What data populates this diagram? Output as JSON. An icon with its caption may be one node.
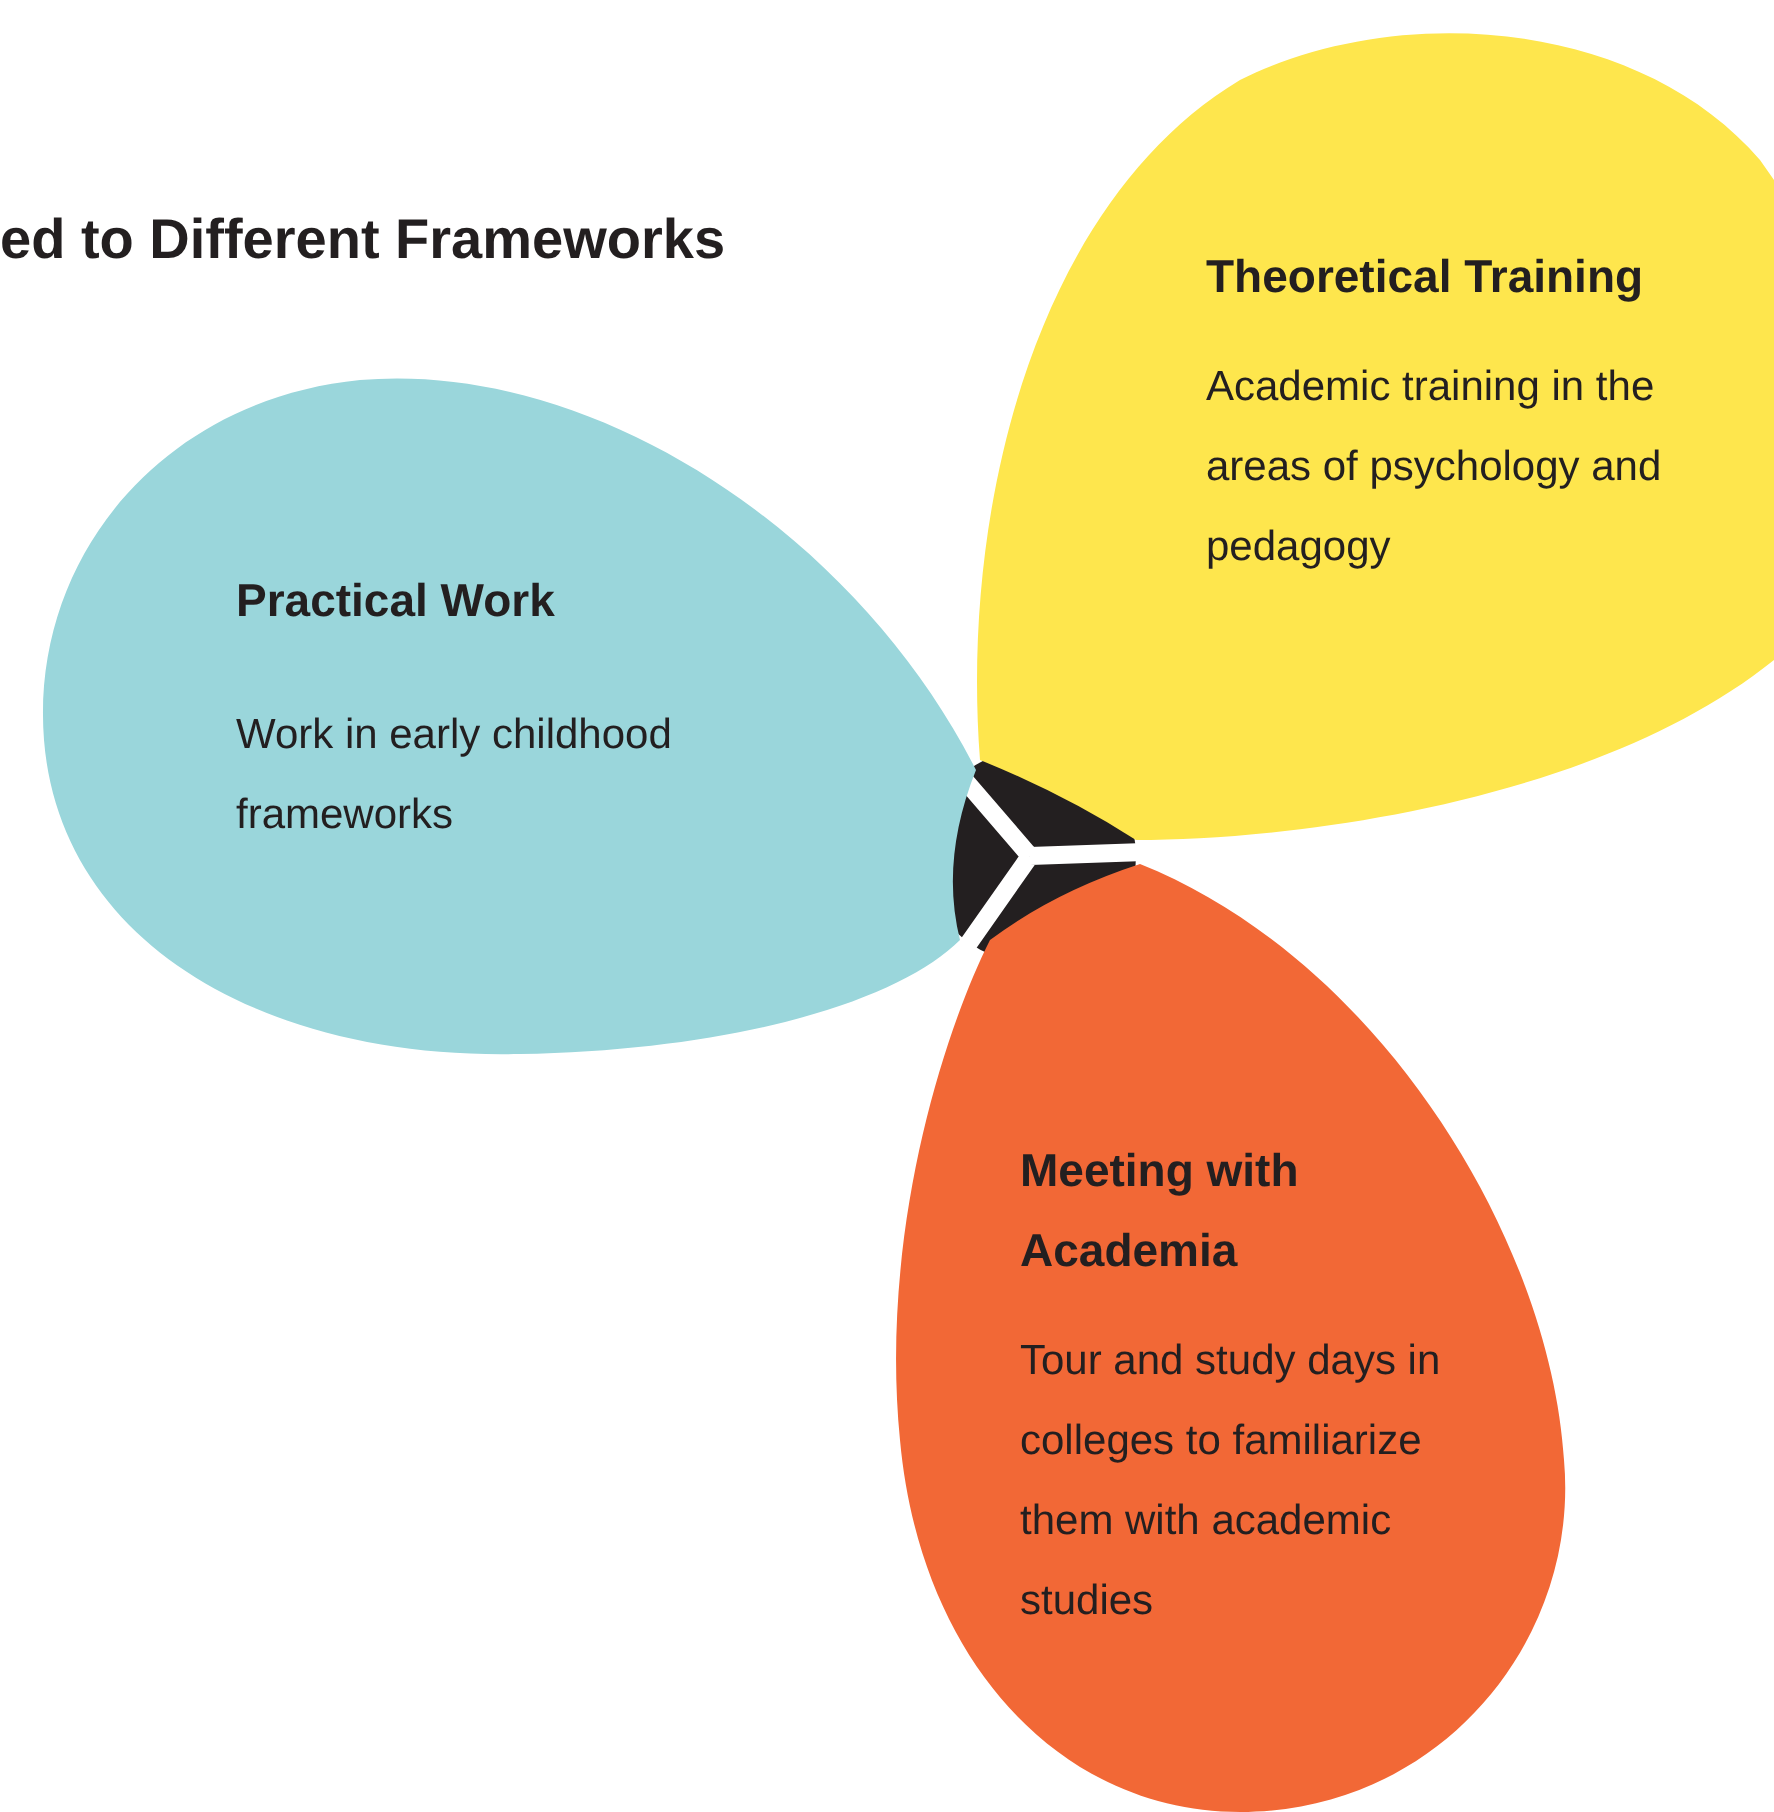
{
  "diagram": {
    "title": "ed to Different Frameworks",
    "nodes": [
      {
        "text": [
          "Practical Work",
          "Work in early childhood frameworks"
        ]
      },
      {
        "text": [
          "Theoretical Training",
          "Academic training in the areas of psychology and pedagogy"
        ]
      },
      {
        "text": [
          "Meeting with Academia",
          "Tour and study days in colleges to familiarize them with academic studies"
        ]
      }
    ],
    "edges": []
  }
}
